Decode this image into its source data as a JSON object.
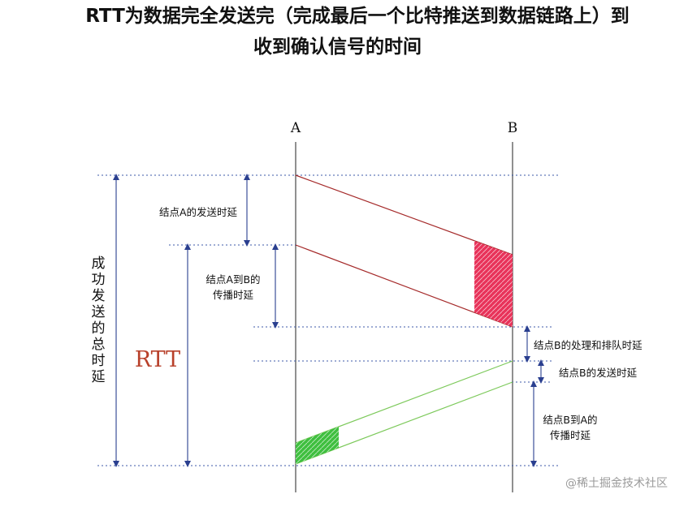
{
  "title_line1": "RTT为数据完全发送完（完成最后一个比特推送到数据链路上）到",
  "title_line2": "收到确认信号的时间",
  "nodes": {
    "a": "A",
    "b": "B"
  },
  "labels": {
    "send_delay_a": "结点A的发送时延",
    "prop_ab_line1": "结点A到B的",
    "prop_ab_line2": "传播时延",
    "proc_b": "结点B的处理和排队时延",
    "send_delay_b": "结点B的发送时延",
    "prop_ba_line1": "结点B到A的",
    "prop_ba_line2": "传播时延",
    "rtt": "RTT",
    "total_vertical": [
      "成",
      "功",
      "发",
      "送",
      "的",
      "总",
      "时",
      "延"
    ]
  },
  "watermark": "@稀土掘金技术社区",
  "colors": {
    "forward_line": "#a52a2a",
    "return_line": "#7cc95a",
    "red_packets": "#e8335a",
    "green_packets": "#3fbf3f",
    "guide_dotted": "#3c5aa8",
    "arrow": "#2a3f8f",
    "rtt_text": "#b8402a"
  }
}
